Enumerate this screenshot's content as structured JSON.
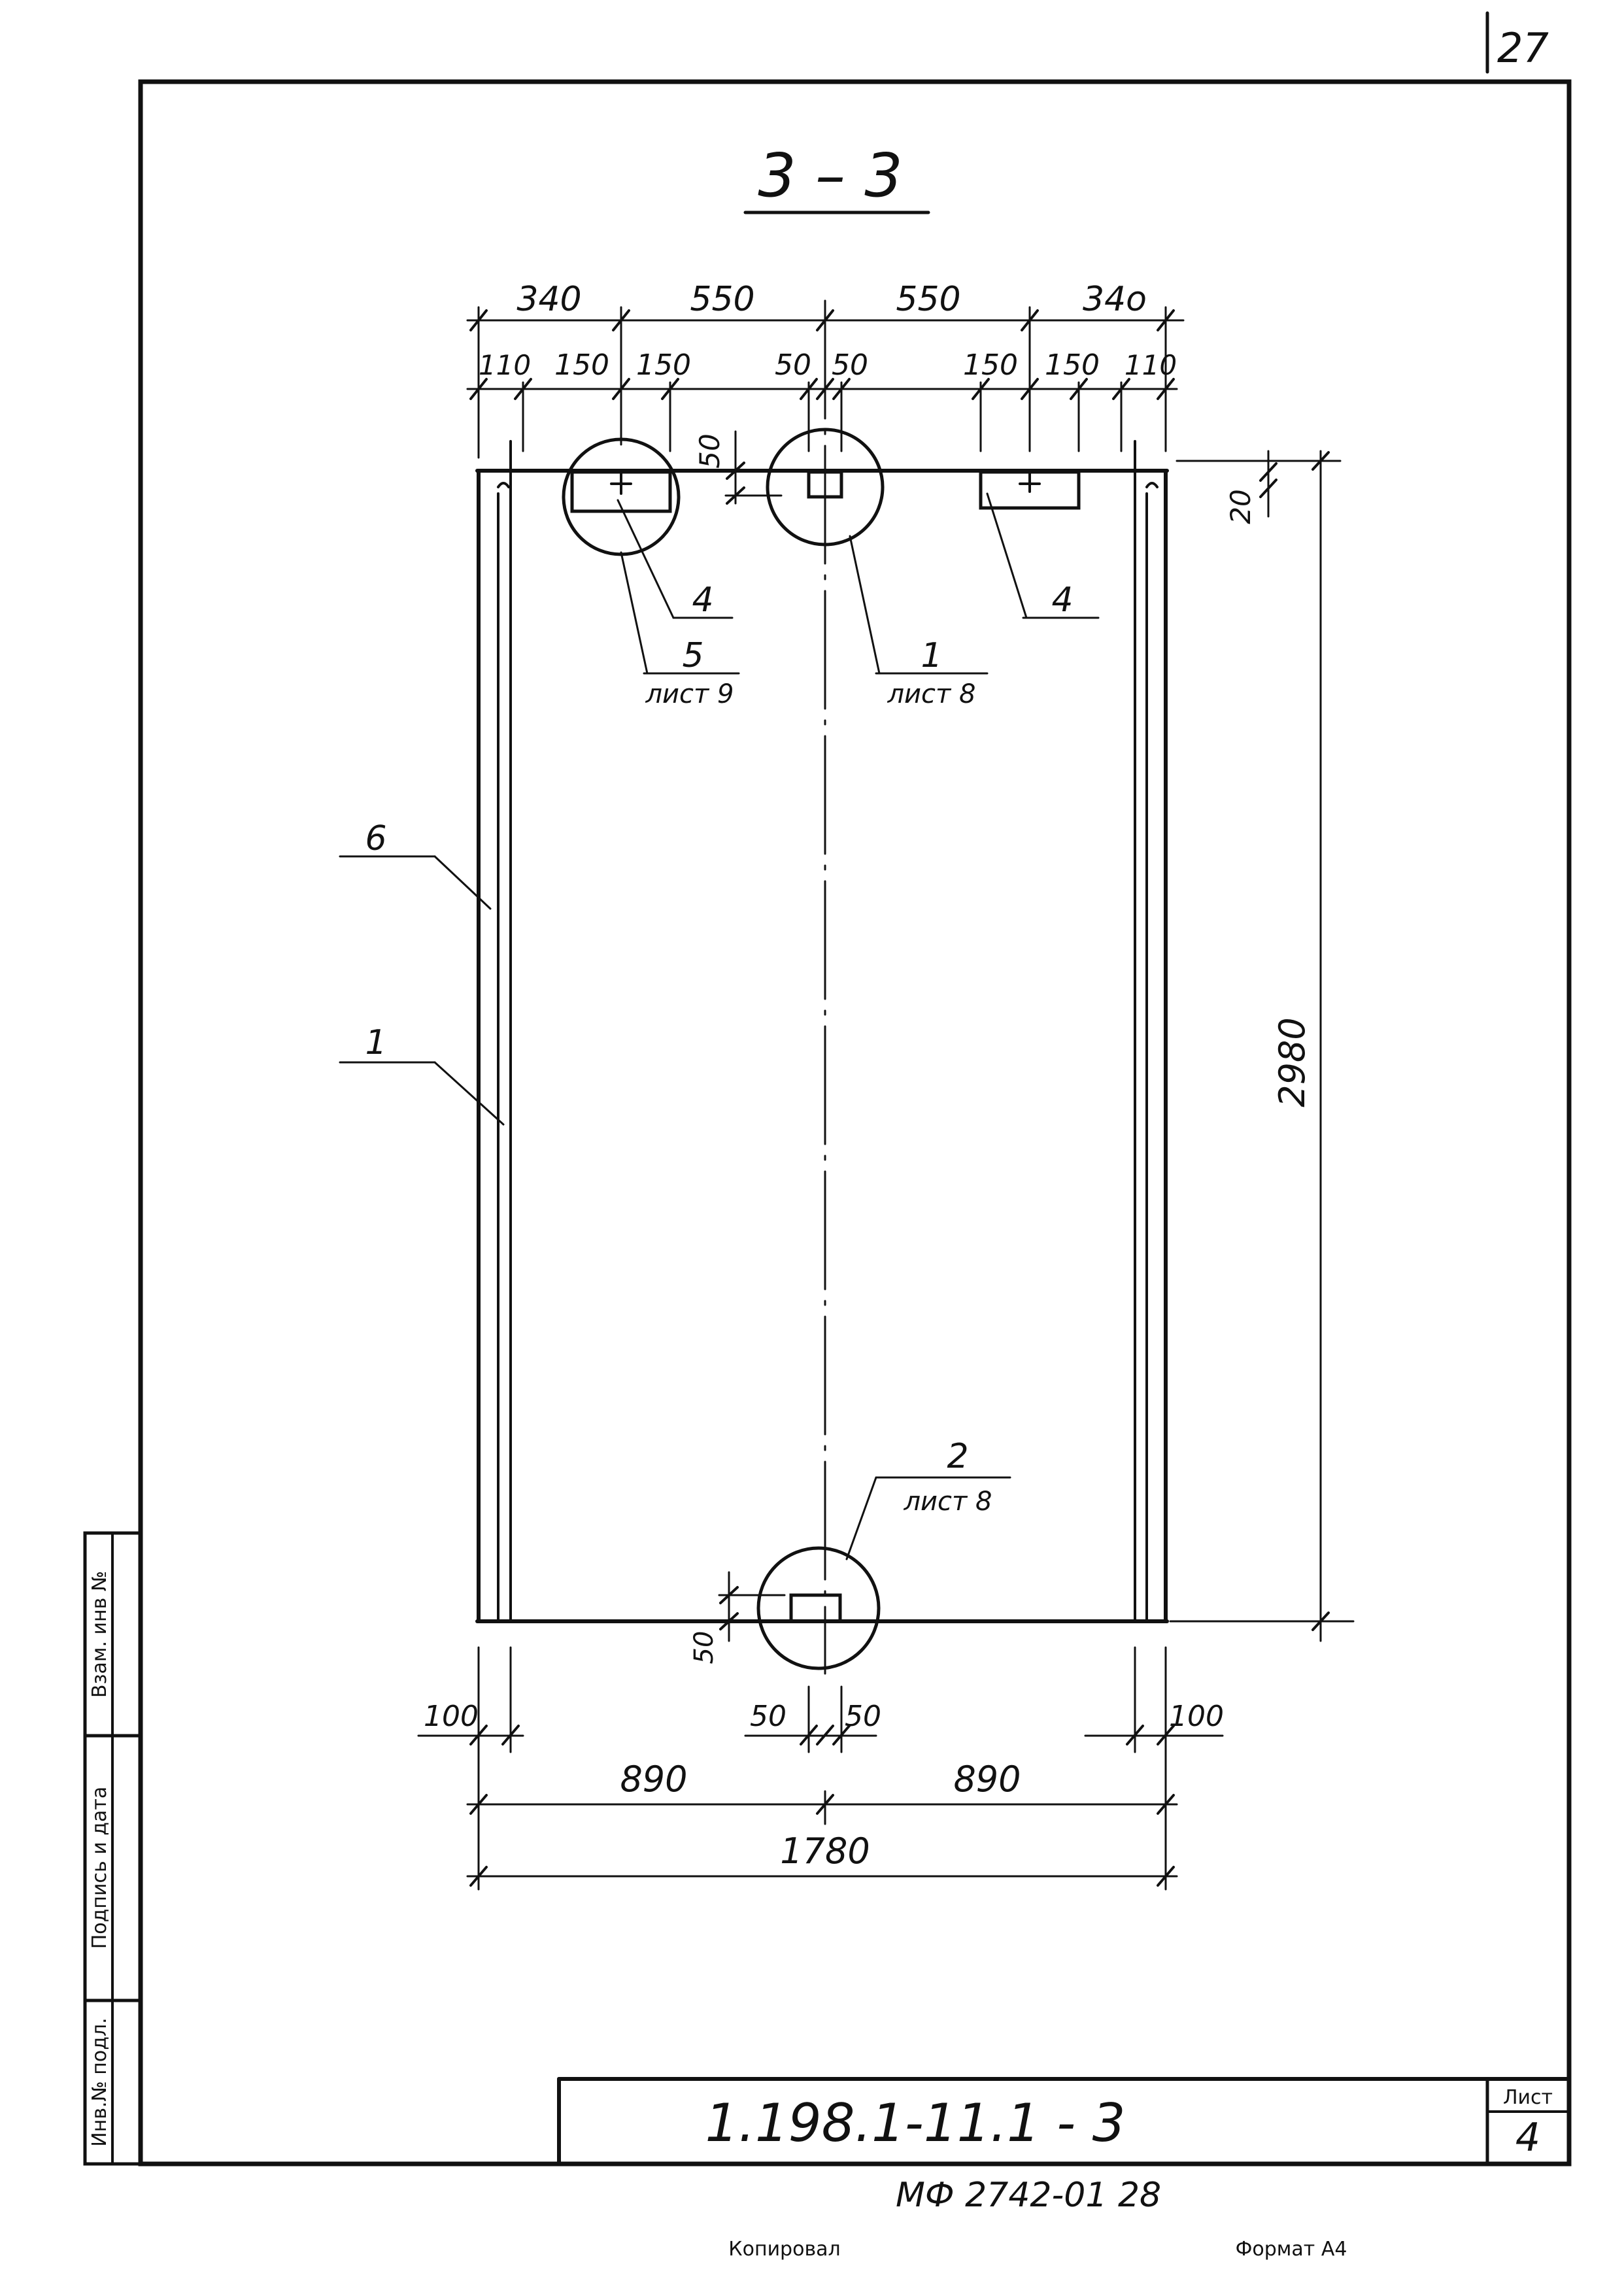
{
  "sheet_number_top": "27",
  "section_title": "3 – 3",
  "dimensions": {
    "top_row1": [
      "340",
      "550",
      "550",
      "34о"
    ],
    "top_row2": [
      "110",
      "150",
      "150",
      "50",
      "50",
      "150",
      "150",
      "110"
    ],
    "insert_offset_top": "50",
    "insert_offset_bottom": "50",
    "right_offset": "20",
    "height": "2980",
    "bottom_100_left": "100",
    "bottom_50_left": "50",
    "bottom_50_right": "50",
    "bottom_100_right": "100",
    "half_left": "890",
    "half_right": "890",
    "total": "1780"
  },
  "callouts": {
    "pos_4_left": "4",
    "pos_5": "5",
    "sheet_9": "лист 9",
    "pos_1_top": "1",
    "sheet_8_top": "лист 8",
    "pos_4_right": "4",
    "pos_6": "6",
    "pos_1_left": "1",
    "pos_2": "2",
    "sheet_8_bottom": "лист 8"
  },
  "side_stamp": {
    "inv_replace": "Взам. инв №",
    "signature_date": "Подпись и дата",
    "inv_original": "Инв.№ подл."
  },
  "title_block": {
    "doc_code": "1.198.1-11.1 - 3",
    "sheet_label": "Лист",
    "sheet_value": "4"
  },
  "footer": {
    "order_code": "МФ 2742-01  28",
    "copied": "Копировал",
    "format": "Формат А4"
  }
}
